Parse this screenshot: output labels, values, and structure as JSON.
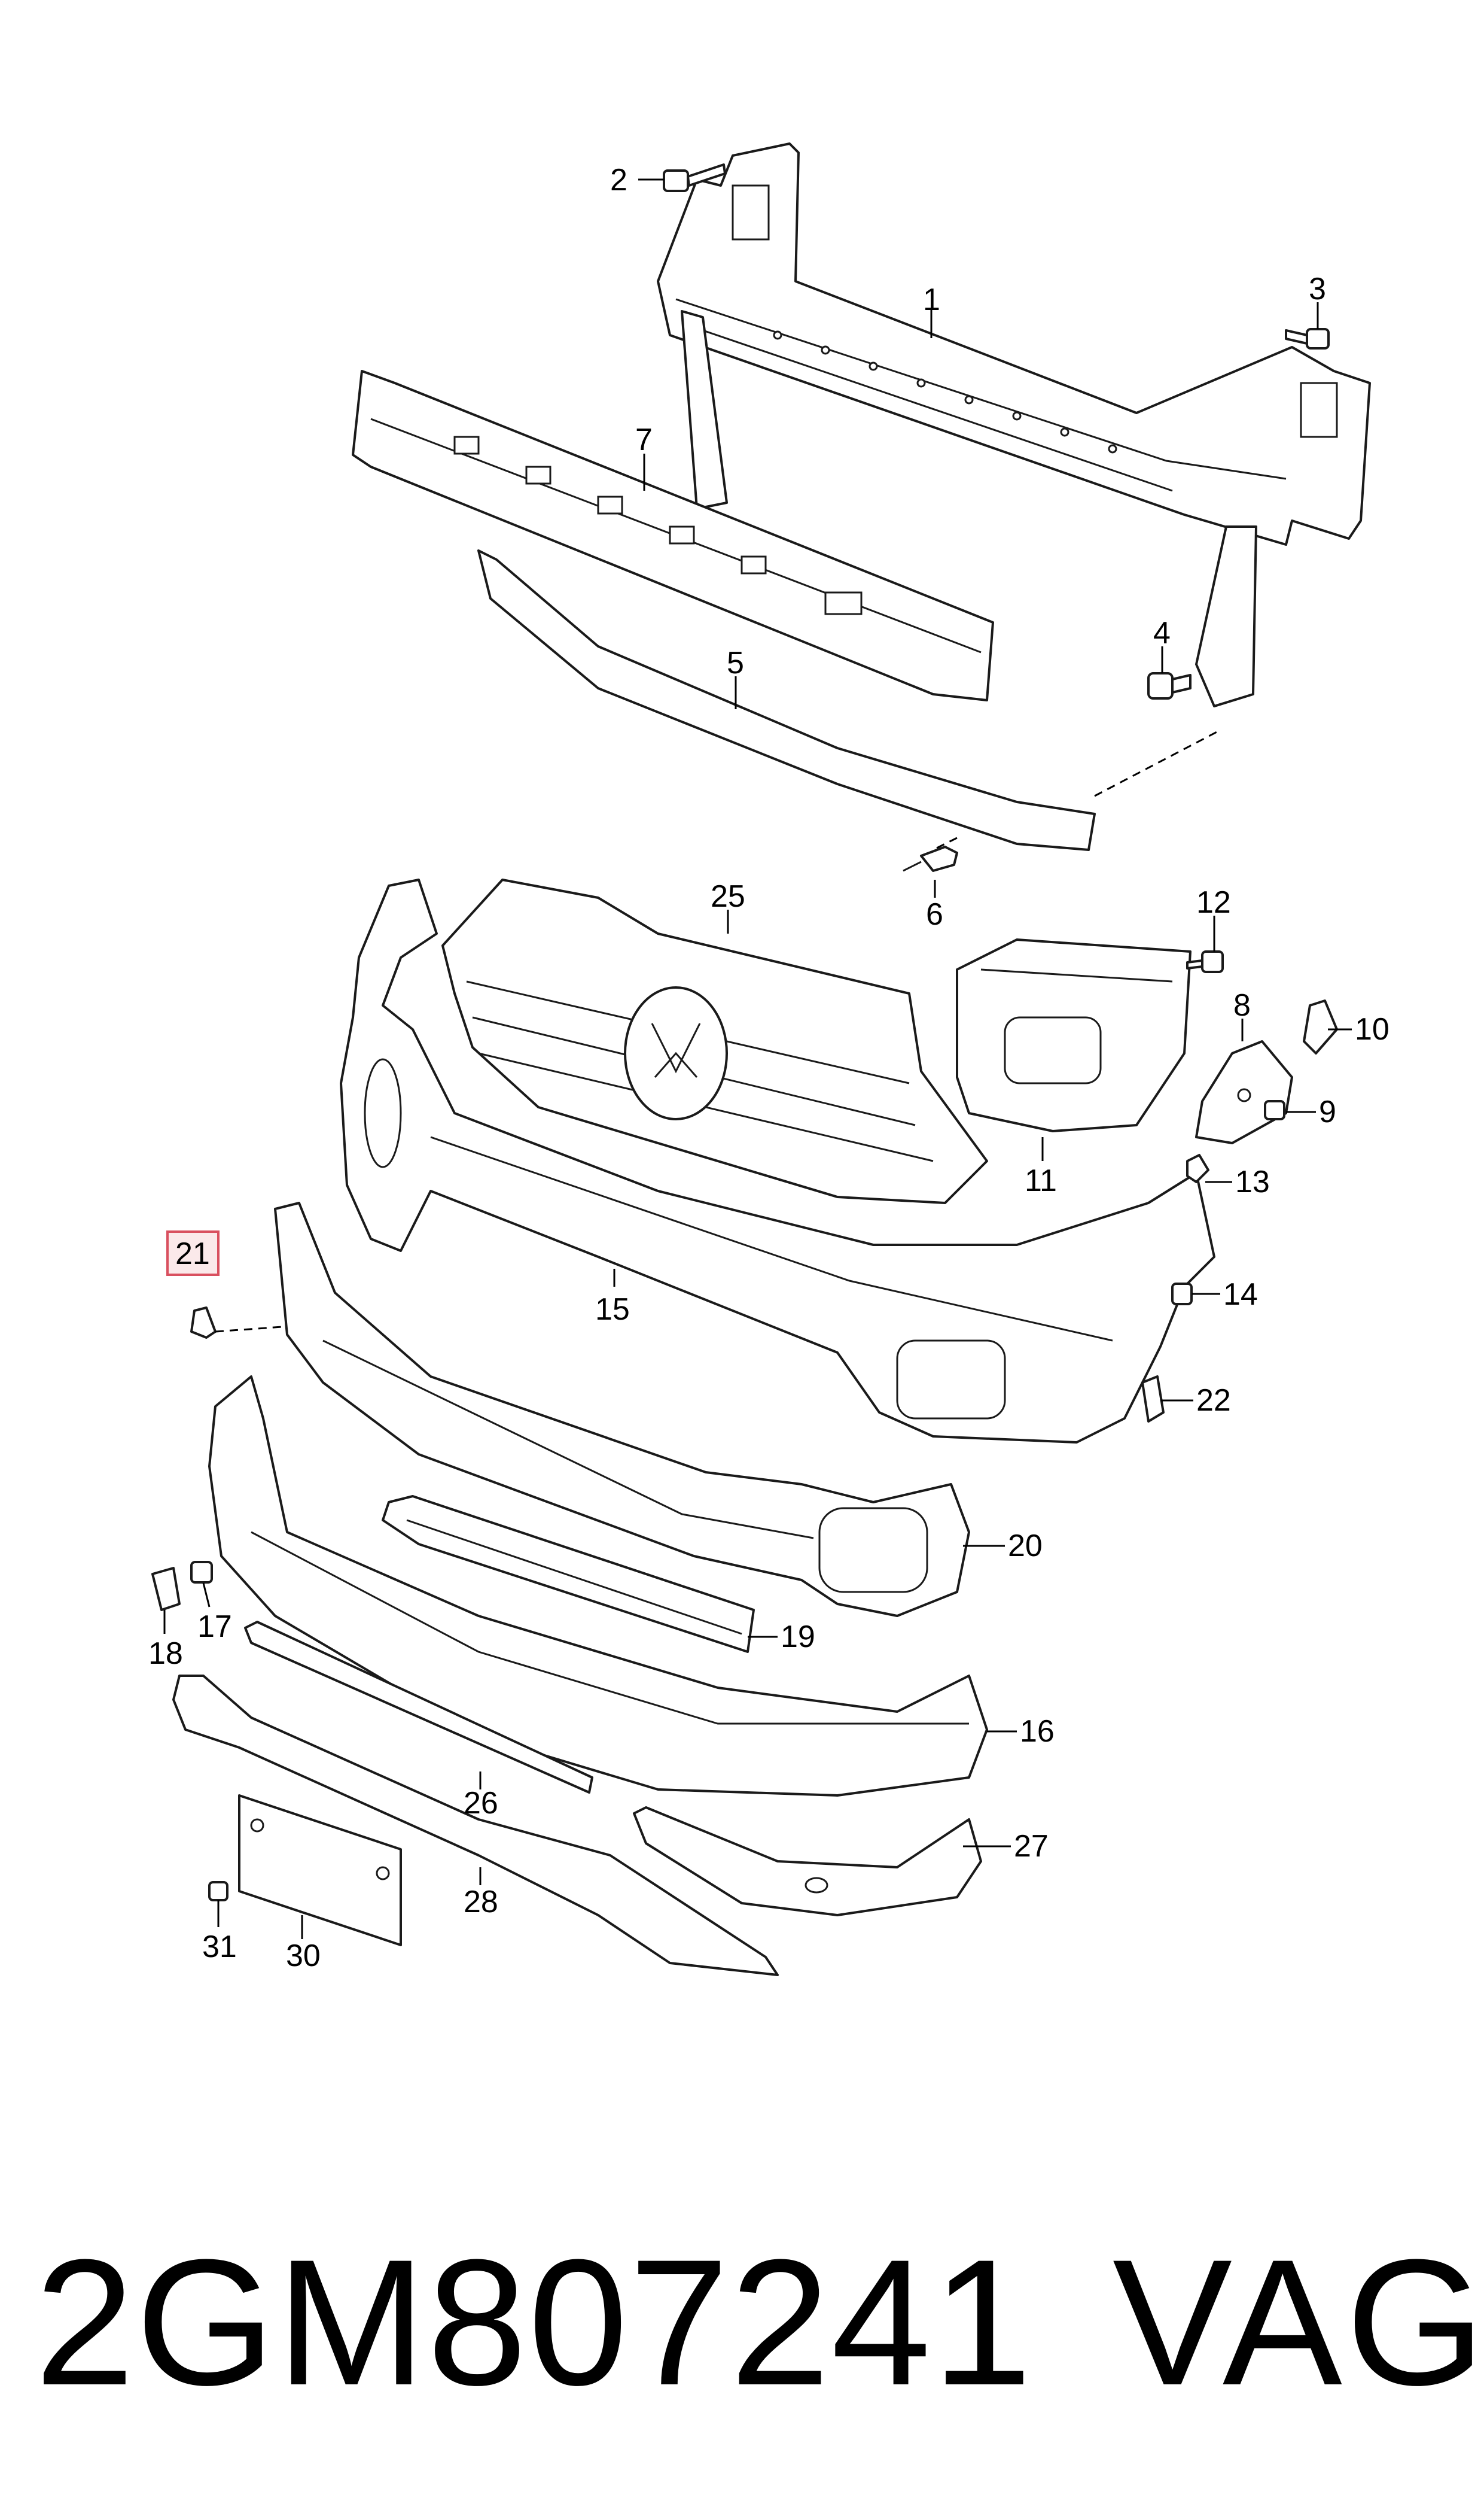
{
  "diagram": {
    "highlight_color": "#d9505f",
    "callouts": {
      "c1": "1",
      "c2": "2",
      "c3": "3",
      "c4": "4",
      "c5": "5",
      "c6": "6",
      "c7": "7",
      "c8": "8",
      "c9": "9",
      "c10": "10",
      "c11": "11",
      "c12": "12",
      "c13": "13",
      "c14": "14",
      "c15": "15",
      "c16": "16",
      "c17": "17",
      "c18": "18",
      "c19": "19",
      "c20": "20",
      "c21": "21",
      "c22": "22",
      "c25": "25",
      "c26": "26",
      "c27": "27",
      "c28": "28",
      "c30": "30",
      "c31": "31"
    }
  },
  "footer": {
    "part_number": "2GM807241",
    "brand": "VAG"
  }
}
